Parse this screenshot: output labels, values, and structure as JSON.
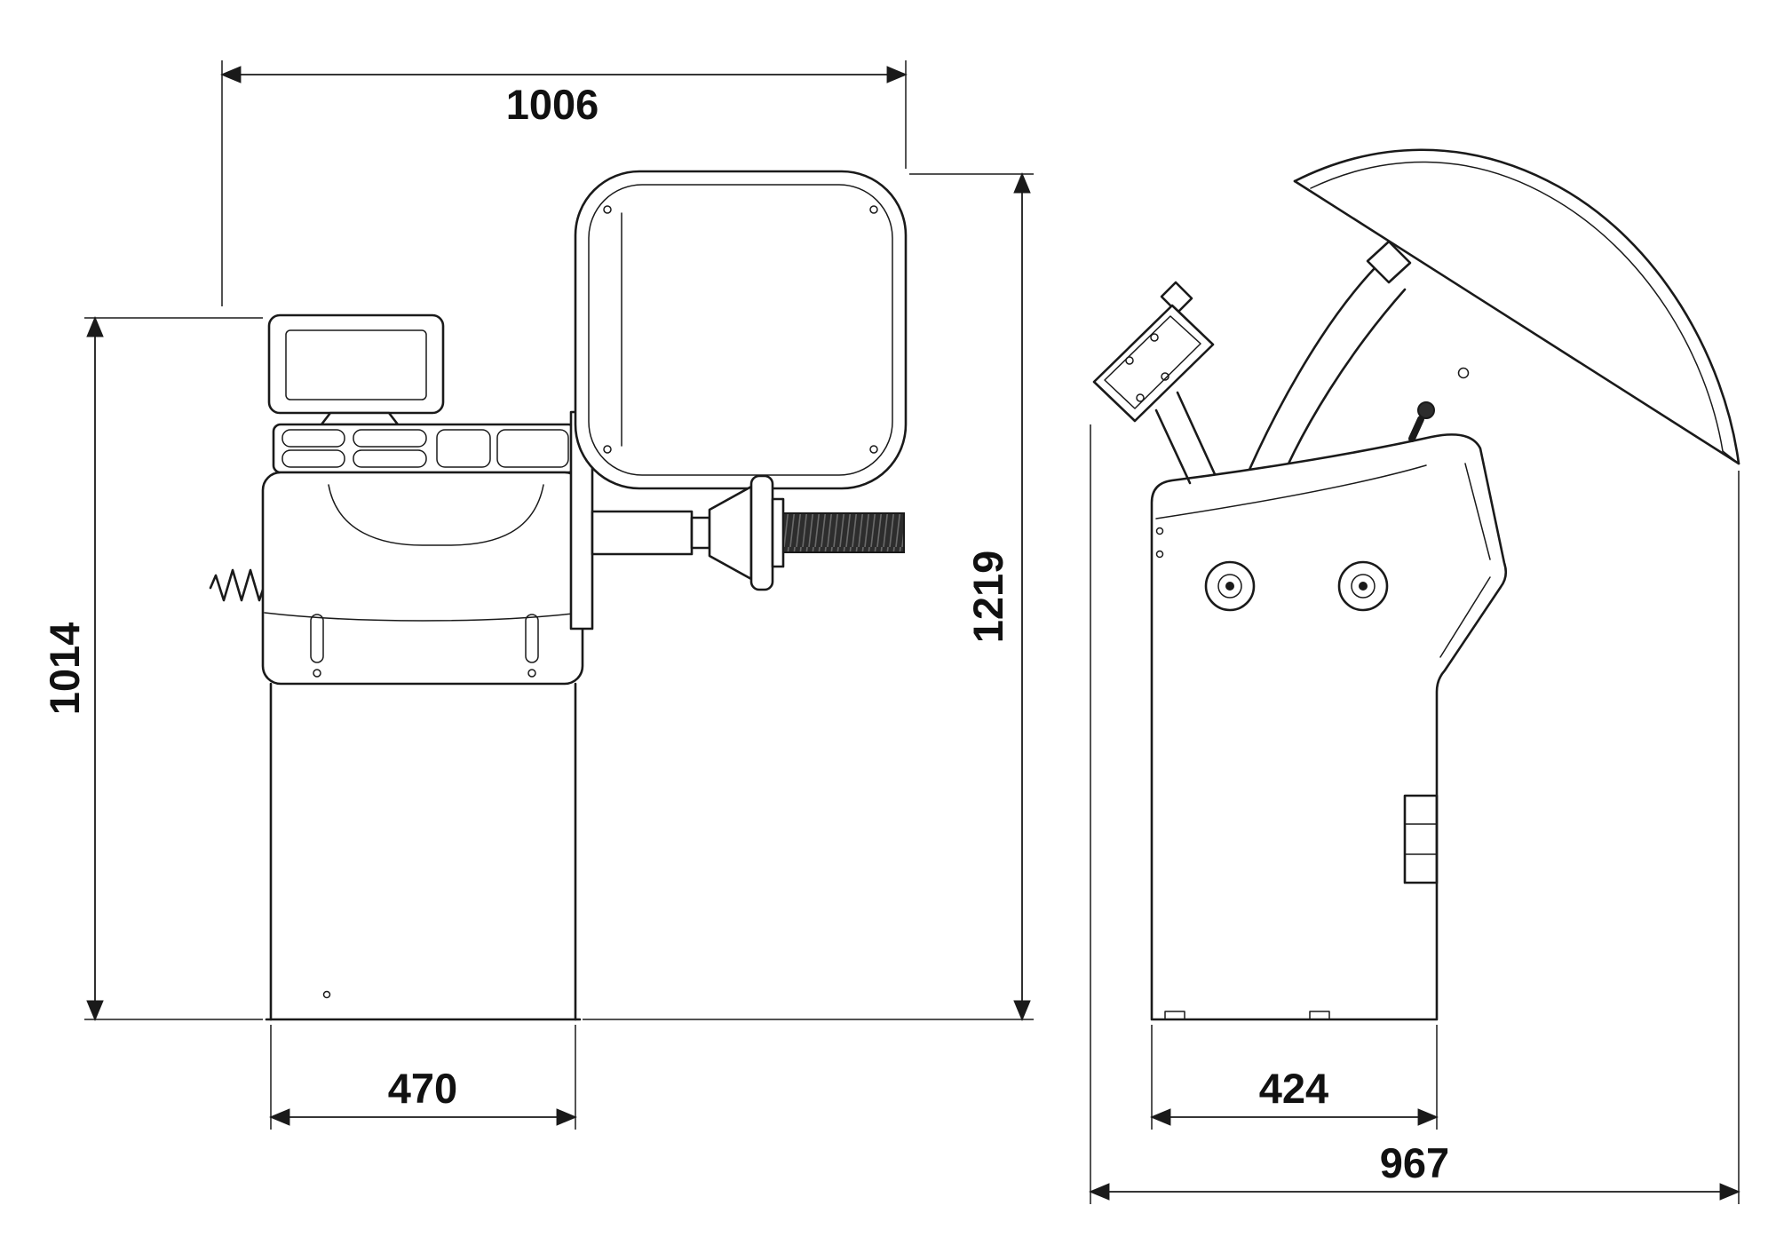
{
  "page": {
    "background": "#ffffff",
    "line_color": "#1a1a1a",
    "thread_fill": "#2d2d2d"
  },
  "dimensions": {
    "front_total_width": "1006",
    "front_body_height": "1014",
    "front_total_height": "1219",
    "front_base_width": "470",
    "side_base_width": "424",
    "side_total_depth": "967"
  }
}
